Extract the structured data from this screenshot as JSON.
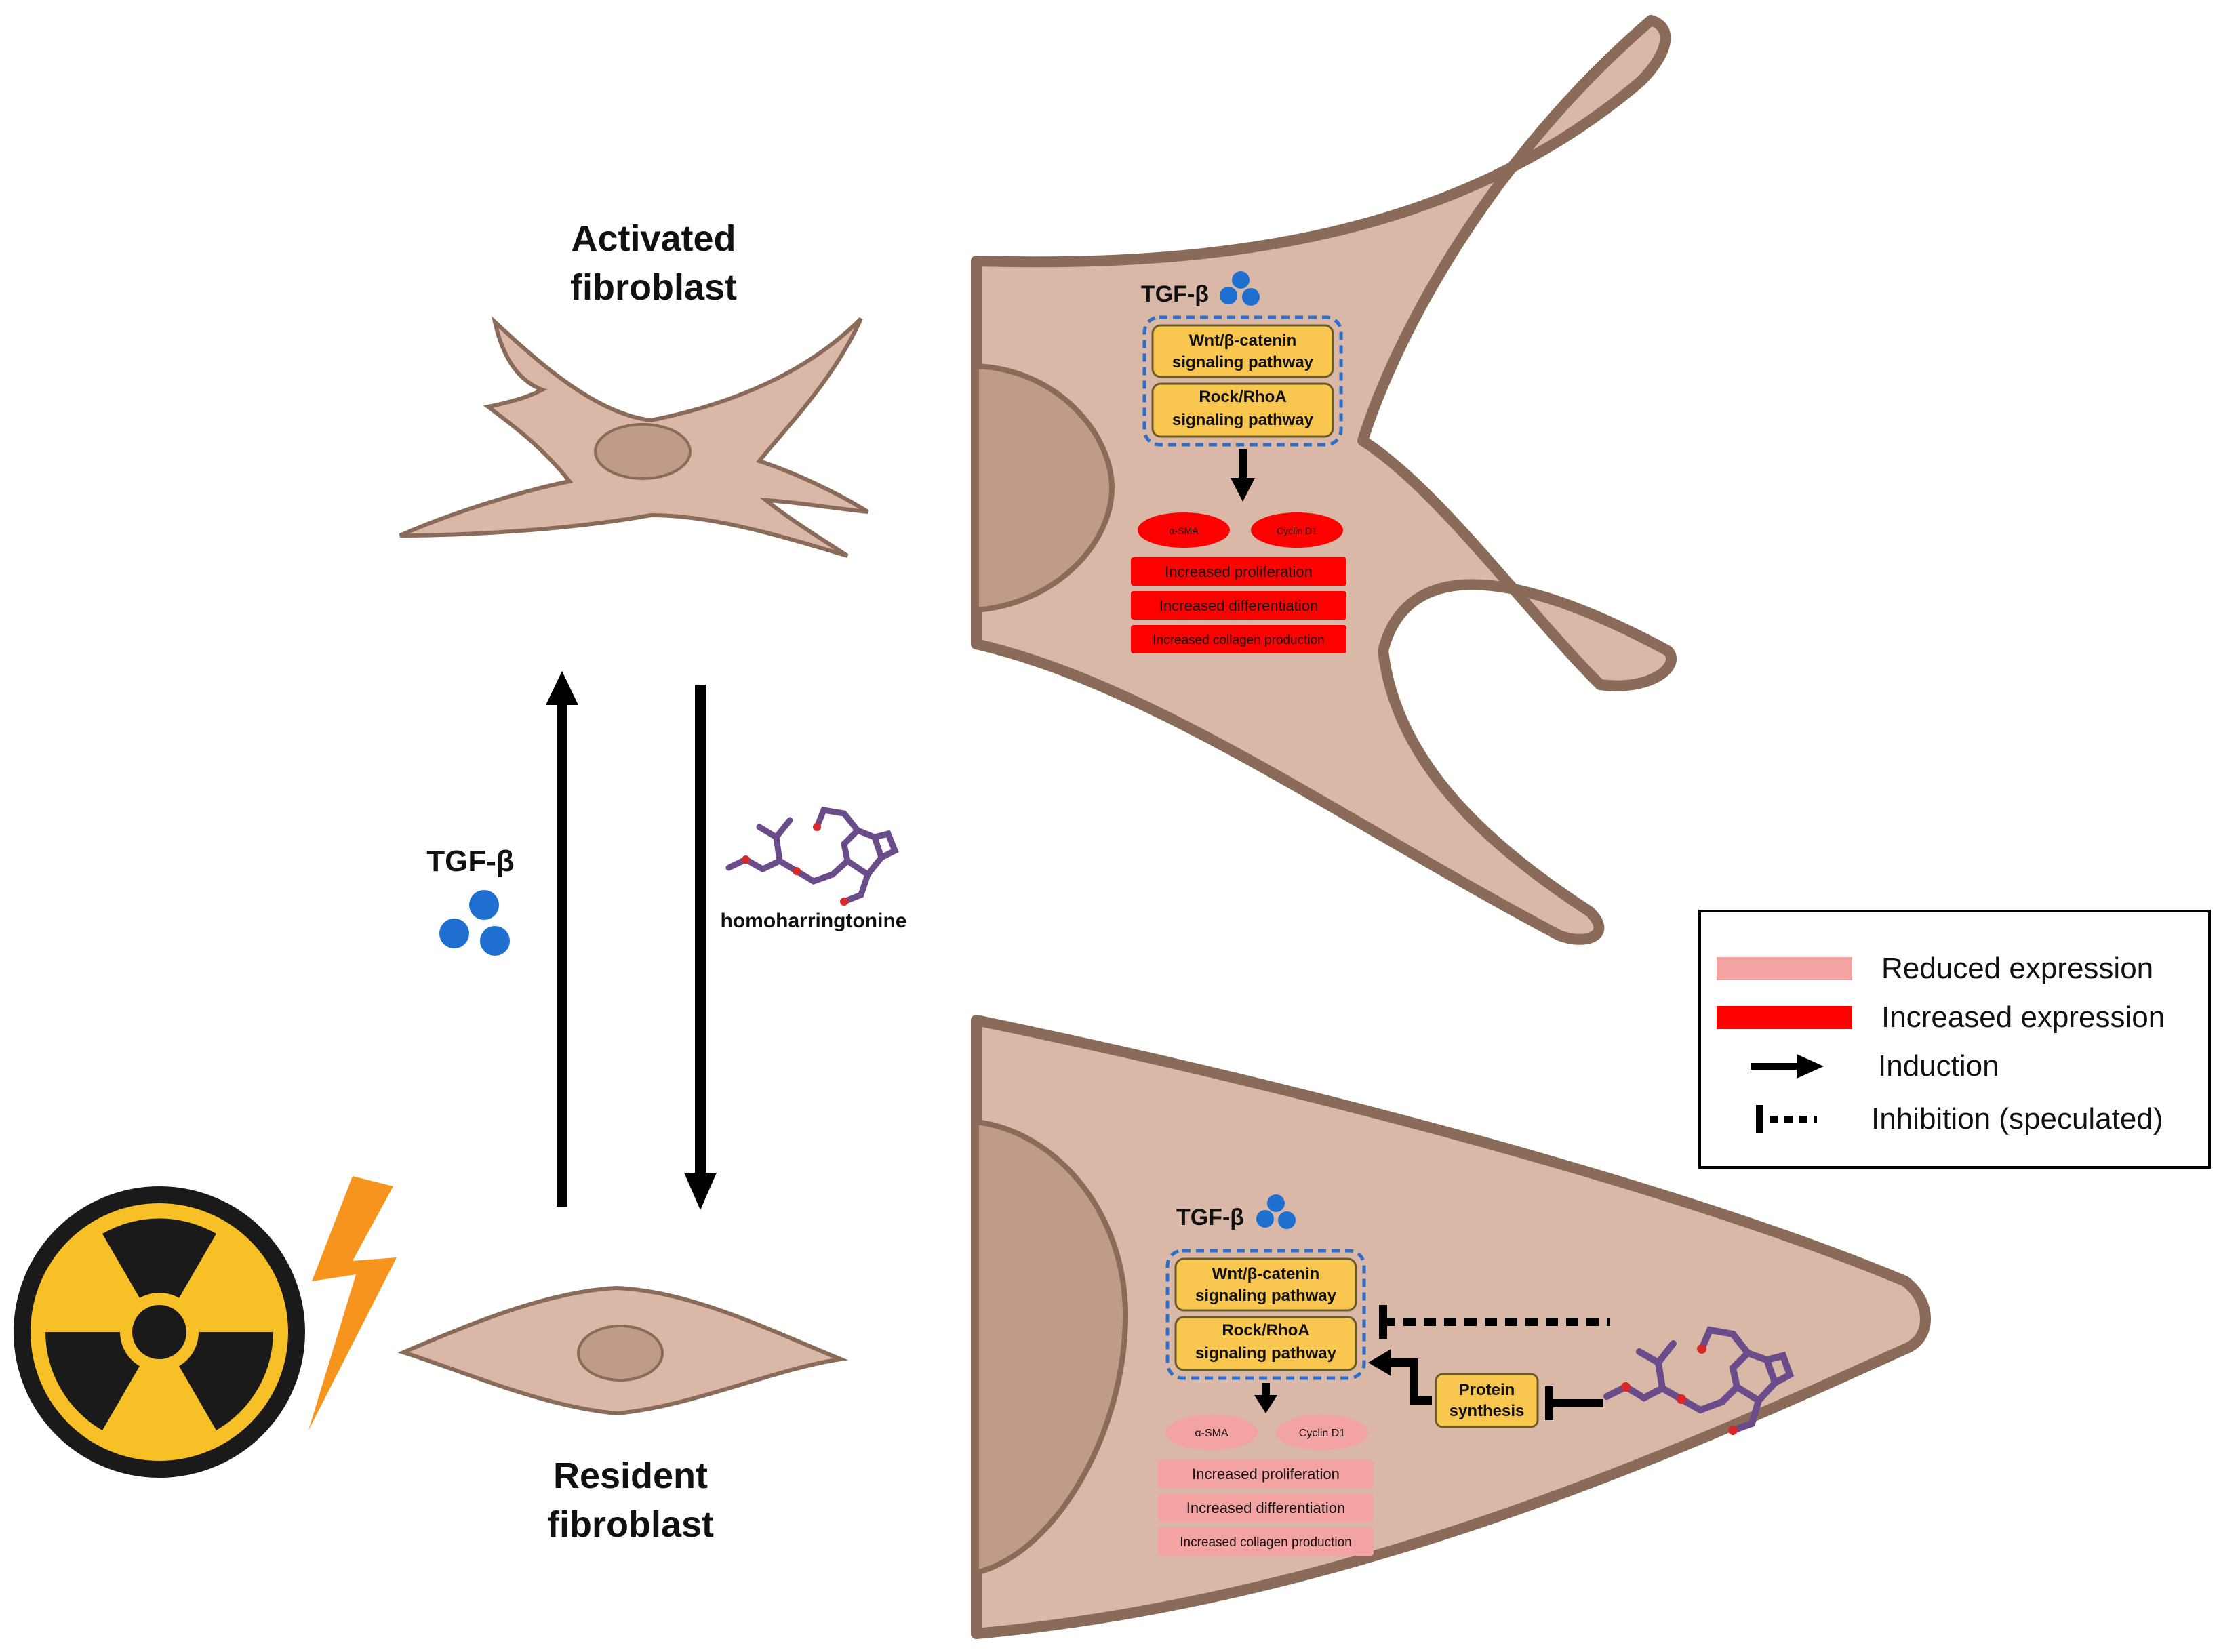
{
  "labels": {
    "activated_line1": "Activated",
    "activated_line2": "fibroblast",
    "resident_line1": "Resident",
    "resident_line2": "fibroblast",
    "tgf_left": "TGF-β",
    "drug_name": "homoharringtonine"
  },
  "upper_panel": {
    "tgf": "TGF-β",
    "wnt_line1": "Wnt/β-catenin",
    "wnt_line2": "signaling pathway",
    "rock_line1": "Rock/RhoA",
    "rock_line2": "signaling pathway",
    "marker1": "α-SMA",
    "marker2": "Cyclin D1",
    "effect1": "Increased proliferation",
    "effect2": "Increased differentiation",
    "effect3": "Increased collagen production"
  },
  "lower_panel": {
    "tgf": "TGF-β",
    "wnt_line1": "Wnt/β-catenin",
    "wnt_line2": "signaling pathway",
    "rock_line1": "Rock/RhoA",
    "rock_line2": "signaling pathway",
    "protein_line1": "Protein",
    "protein_line2": "synthesis",
    "marker1": "α-SMA",
    "marker2": "Cyclin D1",
    "effect1": "Increased proliferation",
    "effect2": "Increased differentiation",
    "effect3": "Increased collagen production"
  },
  "legend": {
    "reduced": "Reduced expression",
    "increased": "Increased expression",
    "induction": "Induction",
    "inhibition": "Inhibition (speculated)"
  },
  "colors": {
    "cell_fill": "#d9b8a7",
    "cell_stroke": "#8a6a58",
    "nucleus_fill": "#c09b87",
    "pathway_fill": "#f9c74f",
    "pathway_border": "#2f6ec6",
    "increased_red": "#ff0000",
    "reduced_pink": "#f4a3a3",
    "tgf_blue": "#1f6fd1",
    "bolt_orange": "#f7941d",
    "hazard_yellow": "#f6c026"
  }
}
